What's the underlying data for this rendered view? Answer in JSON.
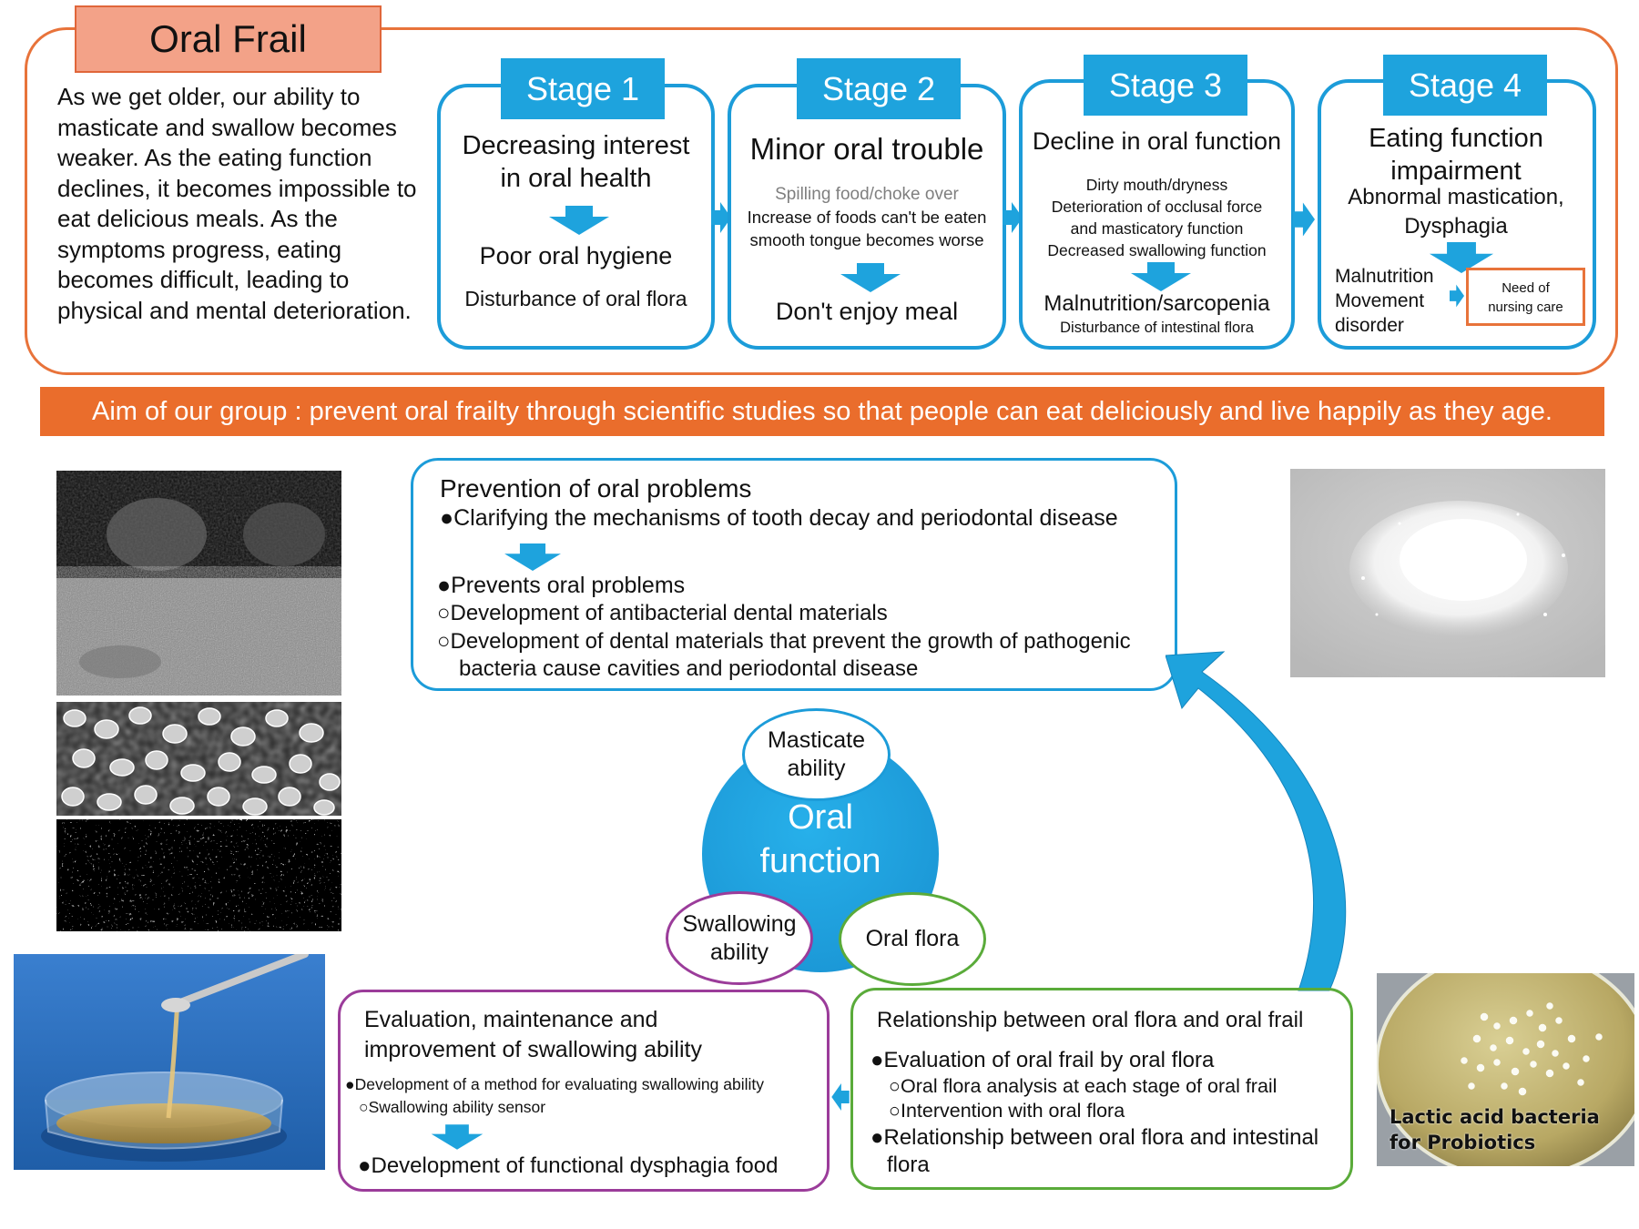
{
  "title": "Oral Frail",
  "intro": "As we get older, our ability to masticate and swallow becomes weaker. As the eating function declines, it becomes impossible to eat delicious meals. As the symptoms progress, eating becomes difficult, leading to physical and mental deterioration.",
  "stages": [
    {
      "label": "Stage 1",
      "heading_lines": [
        "Decreasing interest",
        "in oral health"
      ],
      "result": "Poor oral hygiene",
      "sub": "Disturbance of oral flora"
    },
    {
      "label": "Stage 2",
      "heading": "Minor oral trouble",
      "gray_line": "Spilling food/choke over",
      "detail_lines": [
        "Increase of foods can't be eaten",
        "smooth tongue becomes worse"
      ],
      "result": "Don't enjoy meal"
    },
    {
      "label": "Stage 3",
      "heading": "Decline in oral function",
      "detail_lines": [
        "Dirty mouth/dryness",
        "Deterioration of occlusal force",
        "and masticatory function",
        "Decreased swallowing function"
      ],
      "result": "Malnutrition/sarcopenia",
      "sub": "Disturbance of intestinal flora"
    },
    {
      "label": "Stage 4",
      "heading_lines": [
        "Eating function",
        "impairment"
      ],
      "detail_lines": [
        "Abnormal mastication,",
        "Dysphagia"
      ],
      "left_lines": [
        "Malnutrition",
        "Movement",
        "disorder"
      ],
      "care_lines": [
        "Need of",
        "nursing care"
      ]
    }
  ],
  "aim": "Aim of our group : prevent oral frailty through scientific studies so that people can eat deliciously and live happily as they age.",
  "prevention": {
    "title": "Prevention of oral problems",
    "bullet1": "●Clarifying the mechanisms of tooth decay and periodontal disease",
    "bullet2": "●Prevents oral problems",
    "sub1": "○Development of antibacterial dental materials",
    "sub2_line1": "○Development of dental materials that prevent the growth of pathogenic",
    "sub2_line2": "bacteria cause cavities and periodontal disease"
  },
  "center": {
    "main_lines": [
      "Oral",
      "function"
    ],
    "masticate_lines": [
      "Masticate",
      "ability"
    ],
    "swallowing_lines": [
      "Swallowing",
      "ability"
    ],
    "flora": "Oral flora"
  },
  "swallowing_box": {
    "title_lines": [
      "Evaluation, maintenance and",
      "improvement of swallowing ability"
    ],
    "bullet1": "●Development of a method for evaluating swallowing ability",
    "sub1": "○Swallowing ability sensor",
    "bullet2": "●Development of functional dysphagia food"
  },
  "flora_box": {
    "title": "Relationship between oral flora and oral frail",
    "bullet1": "●Evaluation of oral frail by oral flora",
    "sub1": "○Oral flora analysis at each stage of oral frail",
    "sub2": "○Intervention with oral flora",
    "bullet2_line1": "●Relationship between oral flora and intestinal",
    "bullet2_line2": "flora"
  },
  "petri_label_lines": [
    "Lactic acid bacteria",
    "for Probiotics"
  ],
  "colors": {
    "orange": "#e8733a",
    "banner": "#ea6d2c",
    "blue": "#1c9cd9",
    "purple": "#9b3c9a",
    "green": "#5aab3a"
  }
}
